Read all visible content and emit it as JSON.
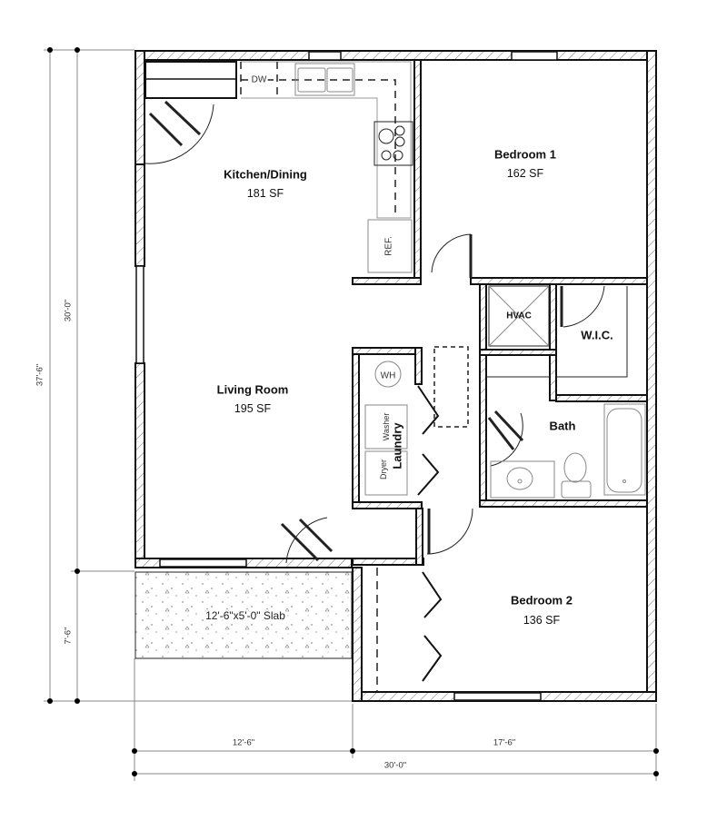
{
  "plan": {
    "rooms": [
      {
        "id": "kitchen-dining",
        "name": "Kitchen/Dining",
        "area": "181 SF"
      },
      {
        "id": "bedroom-1",
        "name": "Bedroom 1",
        "area": "162 SF"
      },
      {
        "id": "living-room",
        "name": "Living Room",
        "area": "195 SF"
      },
      {
        "id": "bedroom-2",
        "name": "Bedroom 2",
        "area": "136 SF"
      },
      {
        "id": "bath",
        "name": "Bath"
      },
      {
        "id": "wic",
        "name": "W.I.C."
      },
      {
        "id": "laundry",
        "name": "Laundry"
      }
    ],
    "fixtures": {
      "dishwasher": "DW",
      "refrigerator": "REF.",
      "hvac": "HVAC",
      "water_heater": "WH",
      "washer": "Washer",
      "dryer": "Dryer"
    },
    "slab": {
      "label": "12'-6\"x5'-0\" Slab"
    }
  },
  "dimensions": {
    "left_overall": "37'-6\"",
    "left_house": "30'-0\"",
    "left_slab": "7'-6\"",
    "bottom_left": "12'-6\"",
    "bottom_right": "17'-6\"",
    "bottom_overall": "30'-0\""
  },
  "colors": {
    "wall": "#111111",
    "hatch": "#777777",
    "dim_line": "#888888",
    "fixture": "#888888"
  }
}
